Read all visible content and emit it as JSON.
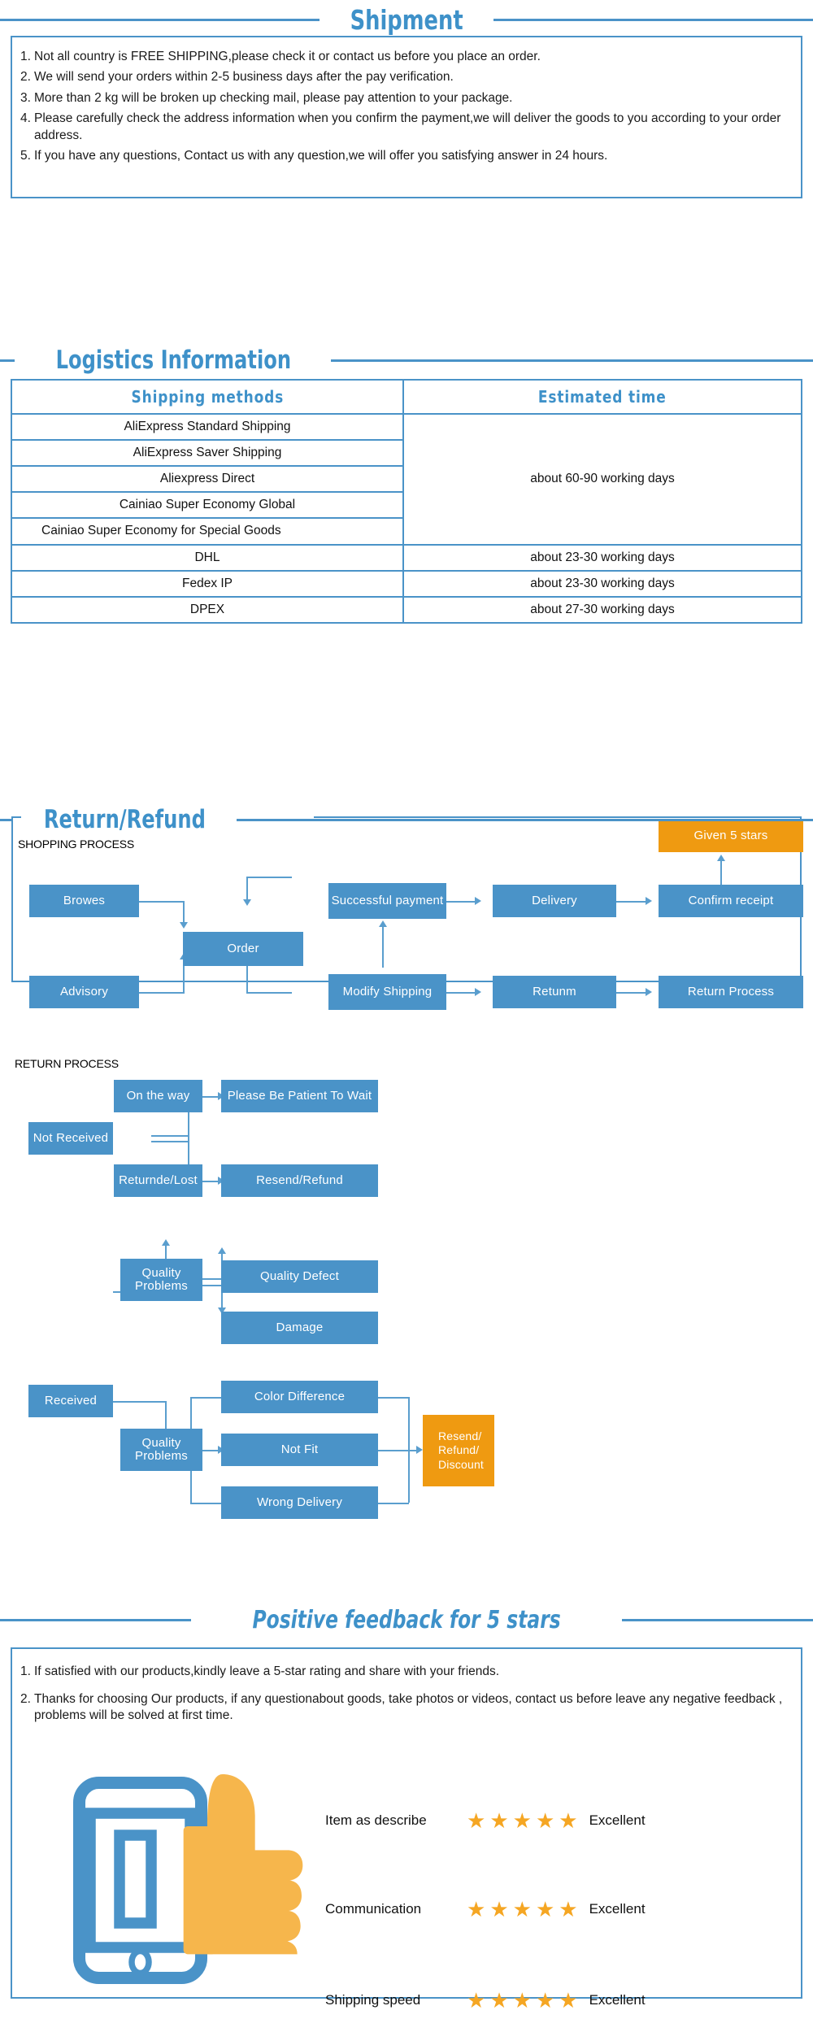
{
  "sections": {
    "shipment": {
      "title": "Shipment"
    },
    "logistics": {
      "title": "Logistics  Information"
    },
    "returnrefund": {
      "title": "Return/Refund"
    },
    "feedback": {
      "title": "Positive feedback for 5 stars"
    }
  },
  "shipment_notes": [
    {
      "num": "1.",
      "text": "Not all country is FREE SHIPPING,please check it or contact us before you place an order."
    },
    {
      "num": "2.",
      "text": "We will send your orders within 2-5 business days after the pay verification."
    },
    {
      "num": "3.",
      "text": "More than 2 kg will be broken up checking mail, please pay attention to your package."
    },
    {
      "num": "4.",
      "text": "Please carefully check the address information when you confirm the payment,we will deliver the goods to you according to your order address."
    },
    {
      "num": "5.",
      "text": "If you have any questions, Contact us with any question,we will offer you satisfying answer in 24 hours."
    }
  ],
  "logistics_table": {
    "headers": [
      "Shipping  methods",
      "Estimated  time"
    ],
    "rows": [
      {
        "method": "AliExpress Standard Shipping"
      },
      {
        "method": "AliExpress Saver Shipping"
      },
      {
        "method": "Aliexpress Direct"
      },
      {
        "method": "Cainiao Super Economy Global"
      },
      {
        "method": "Cainiao Super Economy for Special Goods"
      },
      {
        "method": "DHL",
        "time": "about 23-30 working days"
      },
      {
        "method": "Fedex IP",
        "time": "about 23-30 working days"
      },
      {
        "method": "DPEX",
        "time": "about 27-30 working days"
      }
    ],
    "merged_time": "about 60-90 working days"
  },
  "flow": {
    "shopping_label": "SHOPPING PROCESS",
    "return_label": "RETURN PROCESS",
    "shopping_nodes": {
      "browes": "Browes",
      "order": "Order",
      "advisory": "Advisory",
      "successful_payment": "Successful payment",
      "modify_shipping": "Modify Shipping",
      "delivery": "Delivery",
      "returnm": "Retunm",
      "confirm_receipt": "Confirm receipt",
      "return_process": "Return Process",
      "given_5_stars": "Given 5 stars"
    },
    "return_nodes": {
      "not_received": "Not Received",
      "on_the_way": "On the way",
      "please_wait": "Please Be Patient To Wait",
      "returnde_lost": "Returnde/Lost",
      "resend_refund": "Resend/Refund",
      "received": "Received",
      "quality_problems_1": "Quality Problems",
      "quality_defect": "Quality Defect",
      "damage": "Damage",
      "quality_problems_2": "Quality Problems",
      "color_difference": "Color Difference",
      "not_fit": "Not Fit",
      "wrong_delivery": "Wrong Delivery",
      "resend_refund_discount": "Resend/ Refund/ Discount"
    }
  },
  "feedback_notes": [
    {
      "num": "1.",
      "text": "If satisfied with our products,kindly leave a 5-star rating and share with your friends."
    },
    {
      "num": "2.",
      "text": "Thanks for choosing Our products, if any questionabout goods, take photos or videos, contact us before leave any negative feedback , problems will be solved at first time."
    }
  ],
  "ratings": [
    {
      "label": "Item as describe",
      "stars": 5,
      "value": "Excellent"
    },
    {
      "label": "Communication",
      "stars": 5,
      "value": "Excellent"
    },
    {
      "label": "Shipping speed",
      "stars": 5,
      "value": "Excellent"
    }
  ],
  "colors": {
    "accent_blue": "#4a93c8",
    "accent_orange": "#ef9a11",
    "star_gold": "#f5a623"
  }
}
